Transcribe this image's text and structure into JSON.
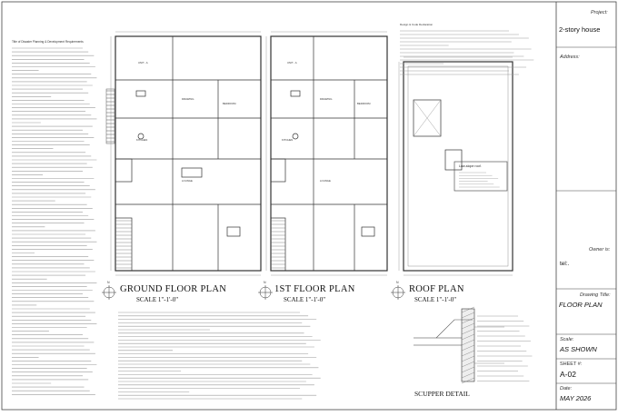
{
  "plans": {
    "ground": {
      "title": "GROUND FLOOR PLAN",
      "scale": "SCALE  1\"-1'-0\""
    },
    "first": {
      "title": "1ST  FLOOR PLAN",
      "scale": "SCALE  1\"-1'-0\""
    },
    "roof": {
      "title": "ROOF PLAN",
      "scale": "SCALE  1\"-1'-0\""
    },
    "scupper": {
      "title": "SCUPPER DETAIL"
    },
    "unit_label": "UNIT - A",
    "drawing_room": "DRAWING",
    "kitchen": "KITCHEN",
    "bedroom": "BEDROOM",
    "lounge": "LOUNGE",
    "roof_note": "Low-slope roof."
  },
  "notes": {
    "left_title": "Title of Disaster Planning & Development Requirements",
    "right_title": "Design & Code Declaration"
  },
  "title_block": {
    "project_label": "Project:",
    "project_value": "2-story house",
    "address_label": "Address:",
    "owner_label": "Owner is:",
    "tel_label": "tel:.",
    "drawing_title_label": "Drawing Title:",
    "drawing_title_value": "FLOOR PLAN",
    "scale_label": "Scale:",
    "scale_value": "AS SHOWN",
    "sheet_label": "SHEET #:",
    "sheet_value": "A-02",
    "date_label": "Date:",
    "date_value": "MAY 2026"
  }
}
